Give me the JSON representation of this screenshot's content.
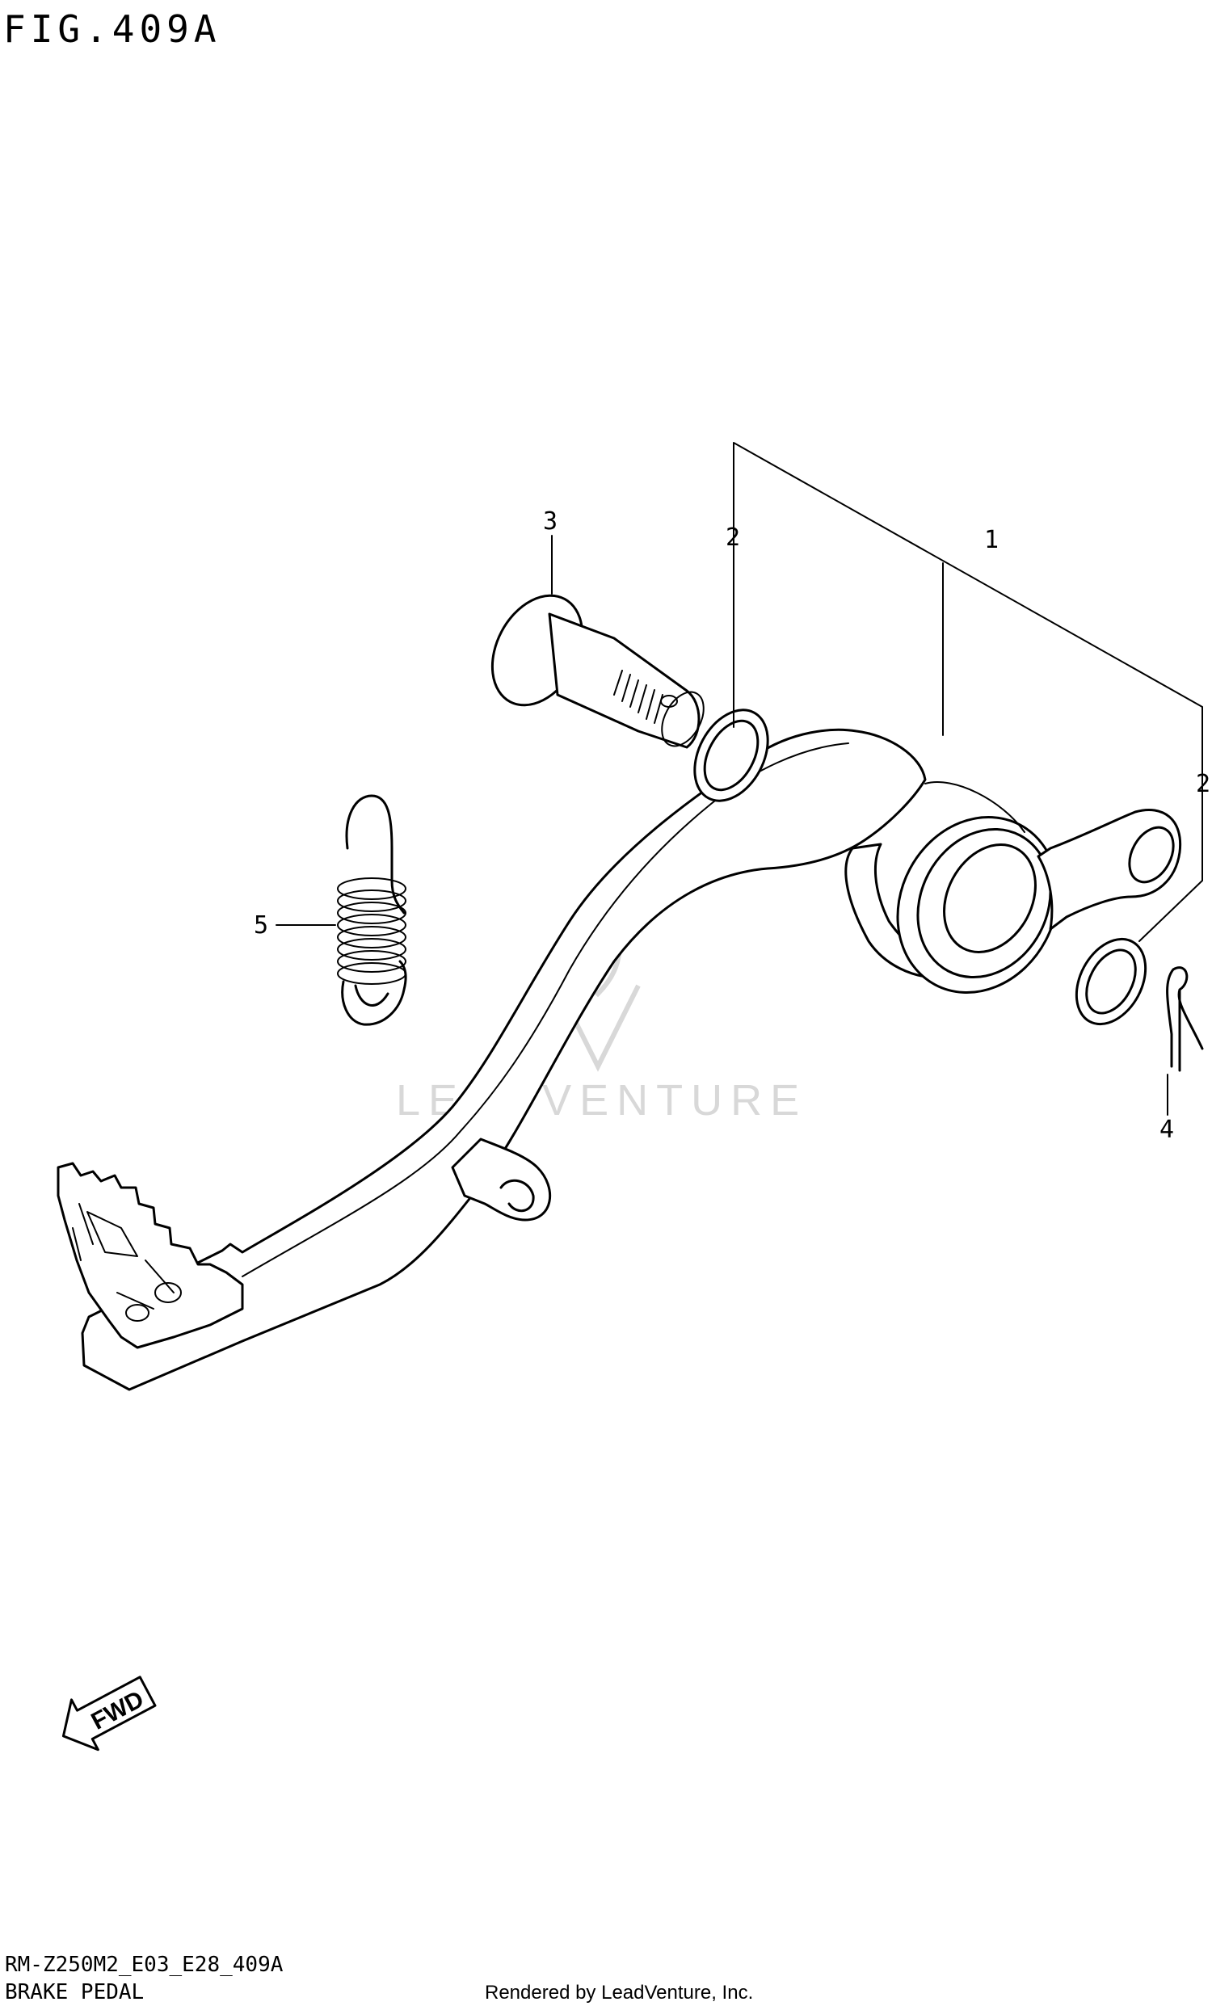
{
  "figure_id": "FIG.409A",
  "model_code": "RM-Z250M2_E03_E28_409A",
  "section_title": "BRAKE PEDAL",
  "rendered_by": "Rendered by LeadVenture, Inc.",
  "watermark": "LEADVENTURE",
  "fwd_label": "FWD",
  "callouts": [
    {
      "ref": "1"
    },
    {
      "ref": "2"
    },
    {
      "ref": "2"
    },
    {
      "ref": "3"
    },
    {
      "ref": "4"
    },
    {
      "ref": "5"
    }
  ],
  "colors": {
    "line": "#000000",
    "background": "#ffffff",
    "watermark": "#d8d8d8"
  }
}
